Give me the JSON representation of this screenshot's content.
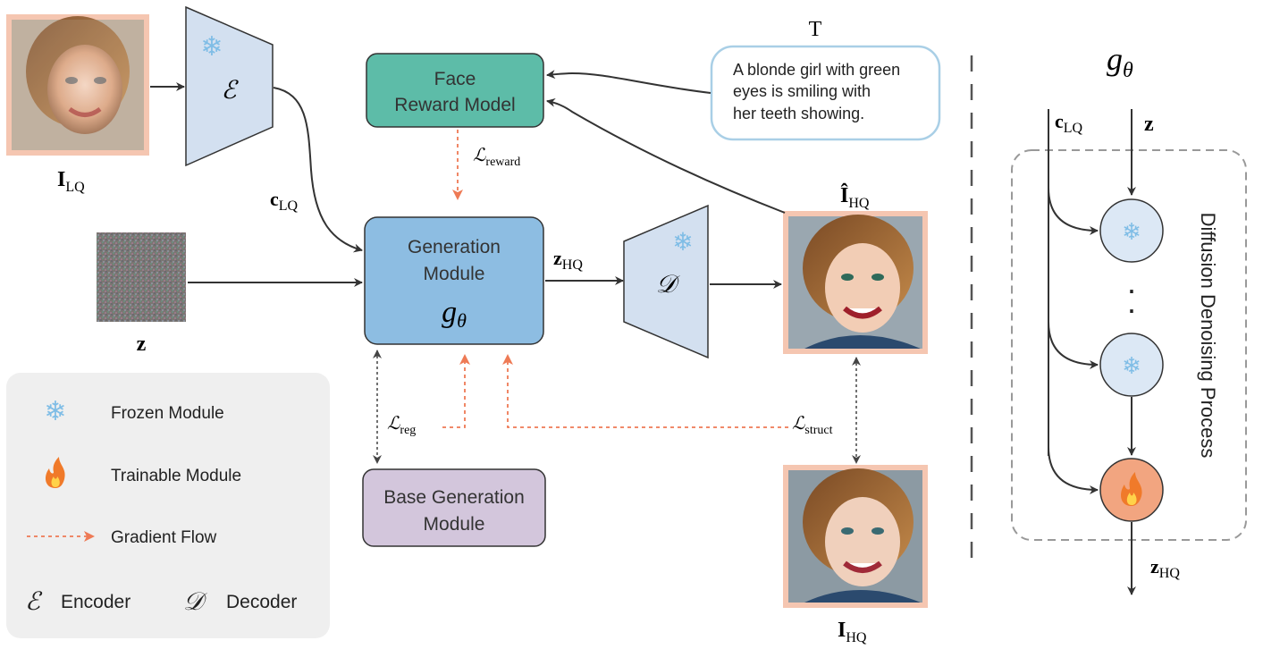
{
  "inputs": {
    "lq_label": "I",
    "lq_sub": "LQ",
    "noise_label": "z",
    "c_lq_label": "c",
    "c_lq_sub": "LQ",
    "z_hq_label": "z",
    "z_hq_sub": "HQ"
  },
  "encoder": {
    "symbol": "ℰ"
  },
  "decoder": {
    "symbol": "𝒟"
  },
  "face_reward": {
    "line1": "Face",
    "line2": "Reward Model"
  },
  "generation": {
    "line1": "Generation",
    "line2": "Module",
    "symbol": "g",
    "symbol_sub": "θ"
  },
  "base_generation": {
    "line1": "Base Generation",
    "line2": "Module"
  },
  "text_prompt": {
    "label": "T",
    "line1": "A blonde girl with green",
    "line2": "eyes is smiling with",
    "line3": "her teeth showing."
  },
  "outputs": {
    "hq_hat_label": "Î",
    "hq_hat_sub": "HQ",
    "hq_label": "I",
    "hq_sub": "HQ"
  },
  "losses": {
    "reward": "reward",
    "reg": "reg",
    "struct": "struct",
    "symbol": "ℒ"
  },
  "legend": {
    "frozen": "Frozen Module",
    "trainable": "Trainable Module",
    "gradient": "Gradient Flow",
    "encoder": "Encoder",
    "decoder": "Decoder"
  },
  "panel": {
    "title_symbol": "g",
    "title_sub": "θ",
    "c_lq": "c",
    "c_lq_sub": "LQ",
    "z": "z",
    "z_hq": "z",
    "z_hq_sub": "HQ",
    "dots": "·",
    "process_label": "Diffusion Denoising Process"
  },
  "colors": {
    "reward_box": "#5dbca8",
    "generation_box": "#8dbde2",
    "base_box": "#d3c6dc",
    "trapezoid": "#d3e0f0",
    "frozen_circle": "#dce8f5",
    "trainable_circle": "#f2a580",
    "gradient": "#ee7a55",
    "photo_border": "#f5c6b1"
  }
}
